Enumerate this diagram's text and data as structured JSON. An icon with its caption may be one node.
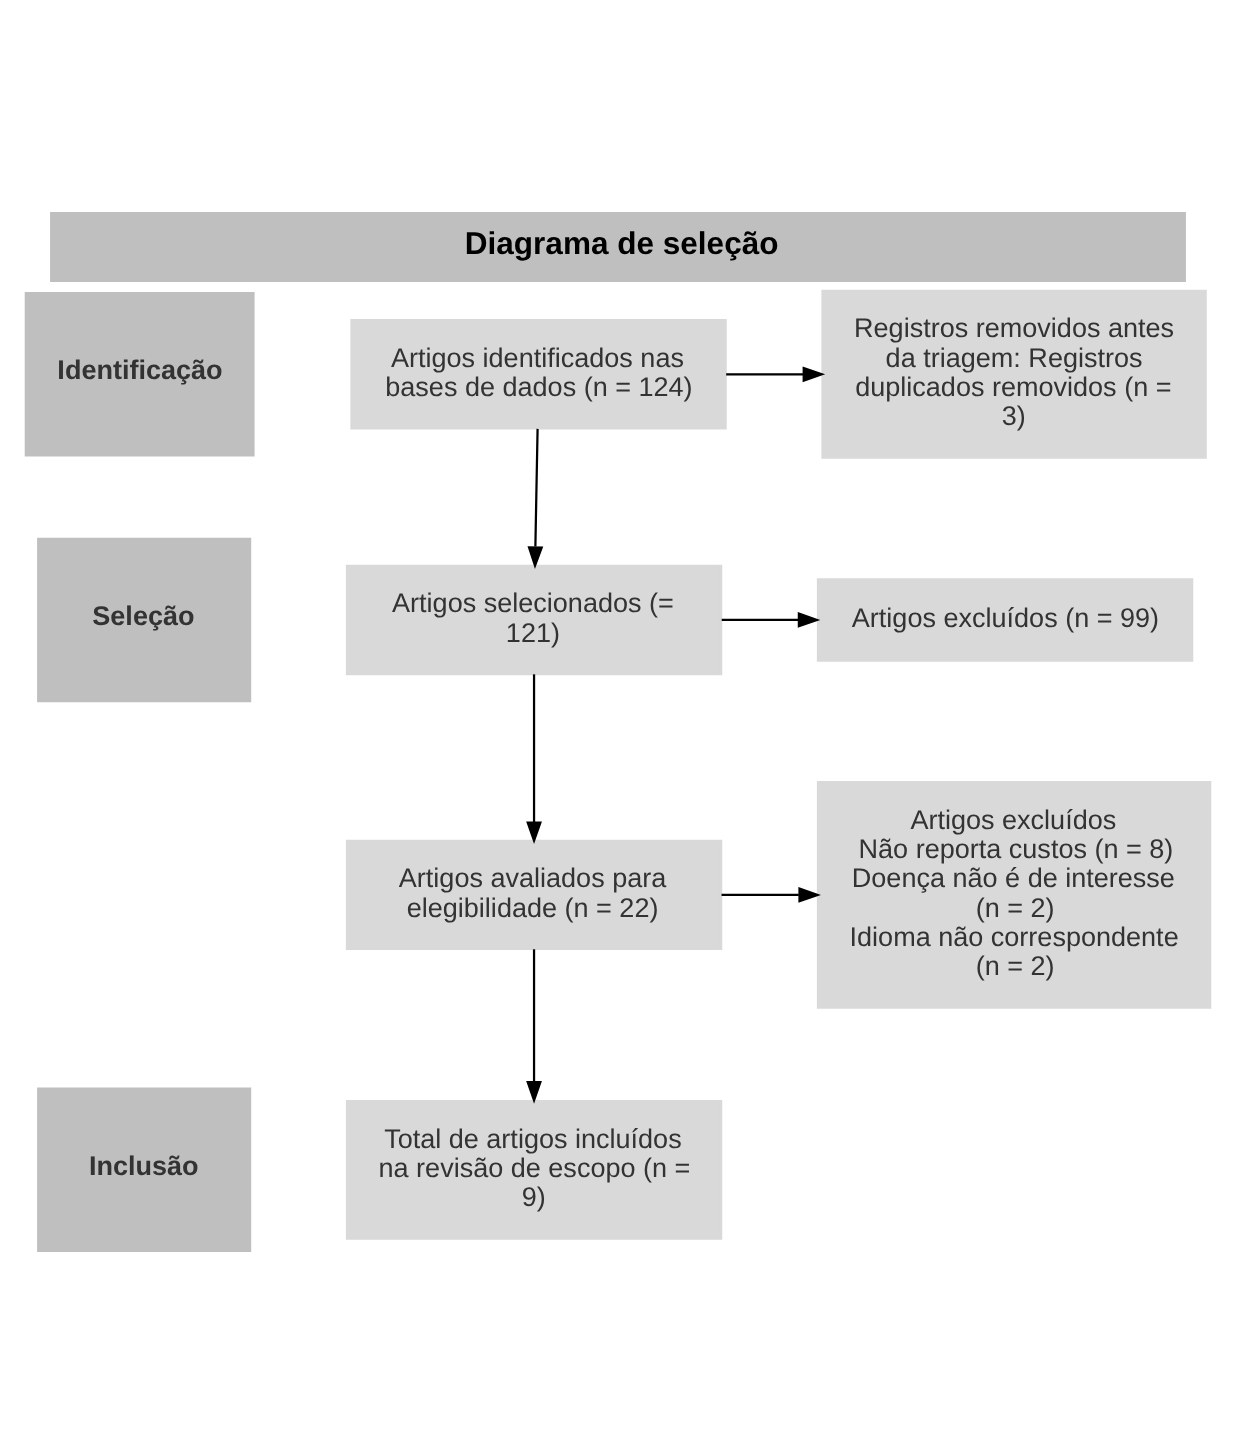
{
  "diagram": {
    "title": "Diagrama de seleção",
    "nodes": [
      {
        "text": [
          "Identificação"
        ]
      },
      {
        "text": [
          "Artigos identificados nas bases de dados (n = 124)"
        ]
      },
      {
        "text": [
          "Registros removidos antes da triagem: Registros duplicados removidos (n = 3)"
        ]
      },
      {
        "text": [
          "Seleção"
        ]
      },
      {
        "text": [
          "Artigos selecionados (= 121)"
        ]
      },
      {
        "text": [
          "Artigos excluídos (n = 99)"
        ]
      },
      {
        "text": [
          "Artigos avaliados para elegibilidade (n = 22)"
        ]
      },
      {
        "text": [
          "Artigos excluídos",
          "Não reporta custos (n = 8)",
          "Doença não é de interesse (n = 2)",
          "Idioma não correspondente (n = 2)"
        ]
      },
      {
        "text": [
          "Inclusão"
        ]
      },
      {
        "text": [
          "Total de artigos incluídos na revisão de escopo (n = 9)"
        ]
      }
    ],
    "edges": [
      {
        "from": 1,
        "to": 2,
        "arrow": "to"
      },
      {
        "from": 1,
        "to": 4,
        "arrow": "to"
      },
      {
        "from": 4,
        "to": 5,
        "arrow": "to"
      },
      {
        "from": 4,
        "to": 6,
        "arrow": "to"
      },
      {
        "from": 6,
        "to": 7,
        "arrow": "to"
      },
      {
        "from": 6,
        "to": 9,
        "arrow": "to"
      }
    ]
  }
}
